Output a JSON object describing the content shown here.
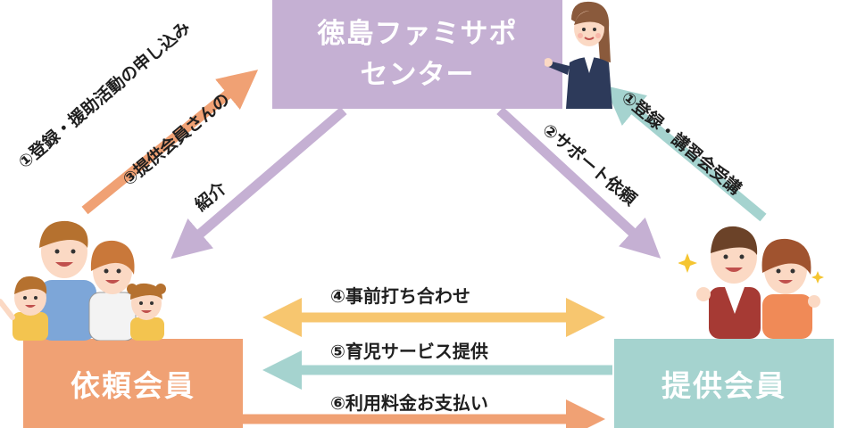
{
  "nodes": {
    "center": {
      "line1": "徳島ファミサポ",
      "line2": "センター"
    },
    "requester": "依頼会員",
    "provider": "提供会員"
  },
  "flows": {
    "step1_request": "①登録・援助活動の申し込み",
    "step3_intro_line1": "③提供会員さんの",
    "step3_intro_line2": "紹介",
    "step2_support": "②サポート依頼",
    "step1_provider": "①登録・講習会受講",
    "step4": "④事前打ち合わせ",
    "step5": "⑤育児サービス提供",
    "step6": "⑥利用料金お支払い"
  },
  "colors": {
    "center_box": "#c5b0d3",
    "requester_box": "#f0a174",
    "provider_box": "#a5d3cf",
    "arrow_orange": "#f0a174",
    "arrow_purple": "#c5b0d3",
    "arrow_teal": "#a5d3cf",
    "arrow_yellow": "#f7c66f"
  }
}
